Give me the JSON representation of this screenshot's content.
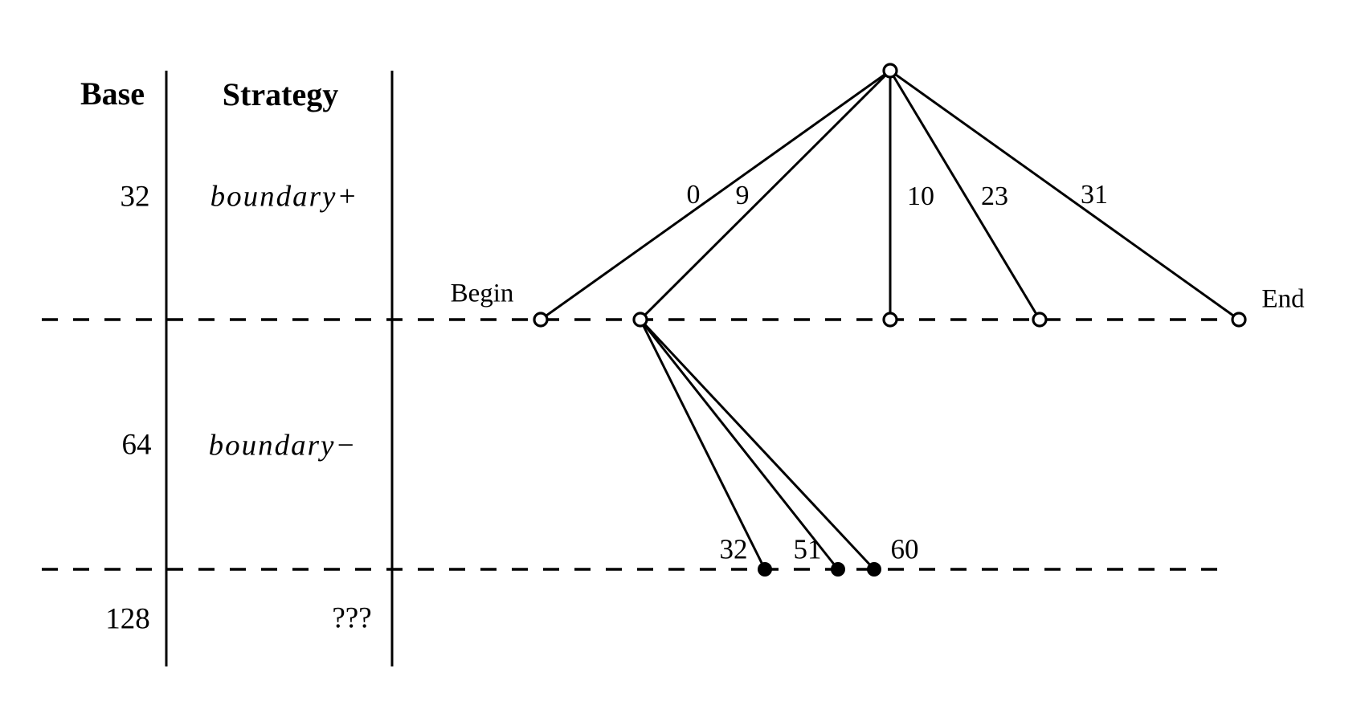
{
  "figure": {
    "table": {
      "header": {
        "base": "Base",
        "strategy": "Strategy"
      },
      "rows": [
        {
          "base": "32",
          "strategy": "boundary+"
        },
        {
          "base": "64",
          "strategy": "boundary−"
        },
        {
          "base": "128",
          "strategy": "???"
        }
      ]
    },
    "tree": {
      "begin_label": "Begin",
      "end_label": "End",
      "root_edge_labels": [
        "0",
        "9",
        "10",
        "23",
        "31"
      ],
      "leaf_edge_labels": [
        "32",
        "51",
        "60"
      ]
    },
    "colors": {
      "ink": "#000000",
      "background": "#ffffff"
    }
  }
}
